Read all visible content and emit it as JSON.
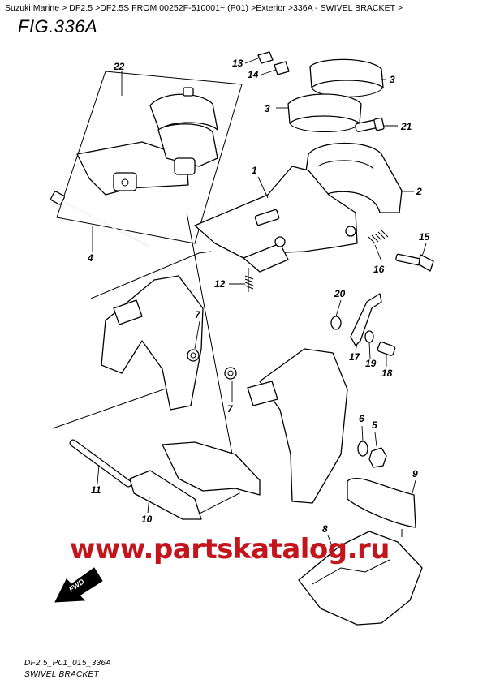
{
  "breadcrumb": "Suzuki Marine > DF2.5 >DF2.5S FROM 00252F-510001~ (P01) >Exterior >336A - SWIVEL BRACKET >",
  "figure_title": "FIG.336A",
  "footer": {
    "code": "DF2.5_P01_015_336A",
    "name": "SWIVEL BRACKET"
  },
  "watermark": "www.partskatalog.ru",
  "fwd_badge": "FWD",
  "callouts": {
    "p1": "1",
    "p2": "2",
    "p3a": "3",
    "p3b": "3",
    "p4": "4",
    "p5": "5",
    "p6": "6",
    "p7a": "7",
    "p7b": "7",
    "p8": "8",
    "p9": "9",
    "p10": "10",
    "p11": "11",
    "p12": "12",
    "p13": "13",
    "p14": "14",
    "p15": "15",
    "p16": "16",
    "p17": "17",
    "p18": "18",
    "p19": "19",
    "p20": "20",
    "p21": "21",
    "p22": "22"
  },
  "colors": {
    "watermark": "#c4141c",
    "line": "#000000",
    "background": "#ffffff"
  }
}
